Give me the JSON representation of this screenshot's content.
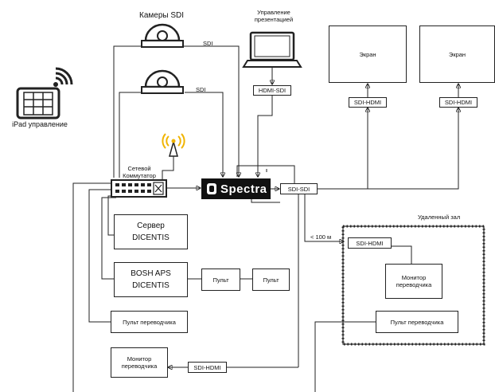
{
  "labels": {
    "cameras": "Камеры SDI",
    "sdi_top": "SDI",
    "sdi_bottom": "SDI",
    "presentation": "Управление\nпрезентацией",
    "hdmi_sdi": "HDMI-SDI",
    "screen1": "Экран",
    "screen2": "Экран",
    "sdi_hdmi_1": "SDI-HDMI",
    "sdi_hdmi_2": "SDI-HDMI",
    "ipad": "iPad управление",
    "switch": "Сетевой\nКоммутатор",
    "spectra": "Spectra",
    "sdi_sdi": "SDI-SDI",
    "server": "Сервер\nDICENTIS",
    "bosch": "BOSH APS\nDICENTIS",
    "pult1": "Пульт",
    "pult2": "Пульт",
    "translator_console": "Пульт переводчика",
    "translator_monitor": "Монитор\nпереводчика",
    "sdi_hdmi_3": "SDI-HDMI",
    "remote_hall": "Удаленный зал",
    "distance": "< 100 м",
    "sdi_hdmi_remote": "SDI-HDMI",
    "remote_monitor": "Монитор\nпереводчика",
    "remote_console": "Пульт переводчика"
  },
  "colors": {
    "line": "#222222",
    "antenna": "#f0b400",
    "spectra_bg": "#111111"
  }
}
